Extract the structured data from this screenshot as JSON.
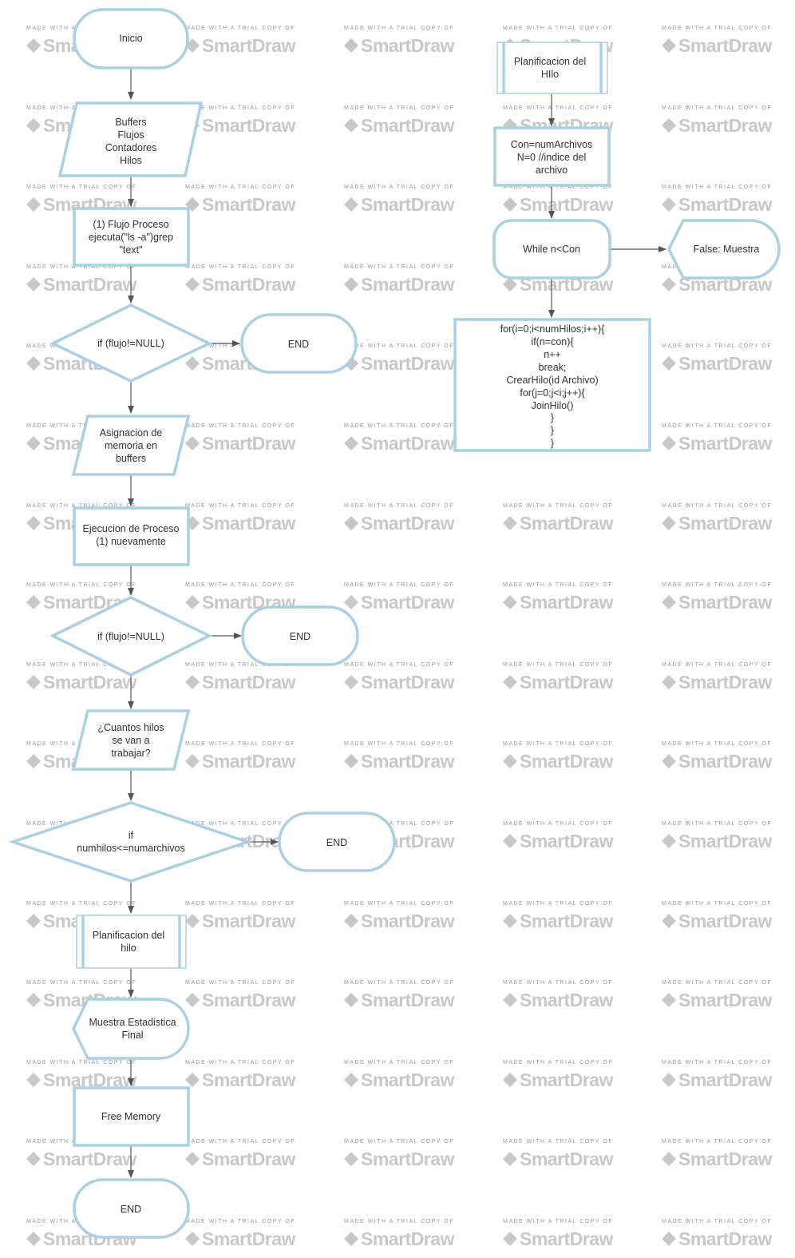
{
  "watermark": {
    "line1": "MADE WITH A TRIAL COPY OF",
    "line2": "SmartDraw"
  },
  "colors": {
    "shape_stroke": "#a9d0e6",
    "arrow": "#555555",
    "text": "#333333",
    "watermark": "#c8c8c8"
  },
  "left_flow": {
    "inicio": "Inicio",
    "buffers": [
      "Buffers",
      "Flujos",
      "Contadores",
      "Hilos"
    ],
    "flujo_proceso": [
      "(1) Flujo Proceso",
      "ejecuta(\"ls -a\")grep",
      "\"text\""
    ],
    "if_flujo_1": "if (flujo!=NULL)",
    "end_1": "END",
    "asignacion": [
      "Asignacion de",
      "memoria en",
      "buffers"
    ],
    "ejecucion": [
      "Ejecucion de Proceso",
      "(1) nuevamente"
    ],
    "if_flujo_2": "if (flujo!=NULL)",
    "end_2": "END",
    "cuantos_hilos": [
      "¿Cuantos hilos",
      "se van a",
      "trabajar?"
    ],
    "if_numhilos": [
      "if",
      "numhilos<=numarchivos"
    ],
    "end_3": "END",
    "planificacion": [
      "Planificacion del",
      "hilo"
    ],
    "muestra": [
      "Muestra Estadistica",
      "Final"
    ],
    "free_memory": "Free Memory",
    "end_final": "END"
  },
  "right_flow": {
    "planificacion": [
      "Planificacion del",
      "HIlo"
    ],
    "con": [
      "Con=numArchivos",
      "N=0 //indice del",
      "archivo"
    ],
    "while": "While n<Con",
    "false_muestra": "False: Muestra",
    "for_block": [
      "for(i=0;i<numHilos;i++){",
      "if(n=con){",
      "n++",
      "break;",
      "CrearHilo(id Archivo)",
      "for(j=0;j<i;j++){",
      "JoinHilo()",
      "}",
      "}",
      "}"
    ]
  }
}
